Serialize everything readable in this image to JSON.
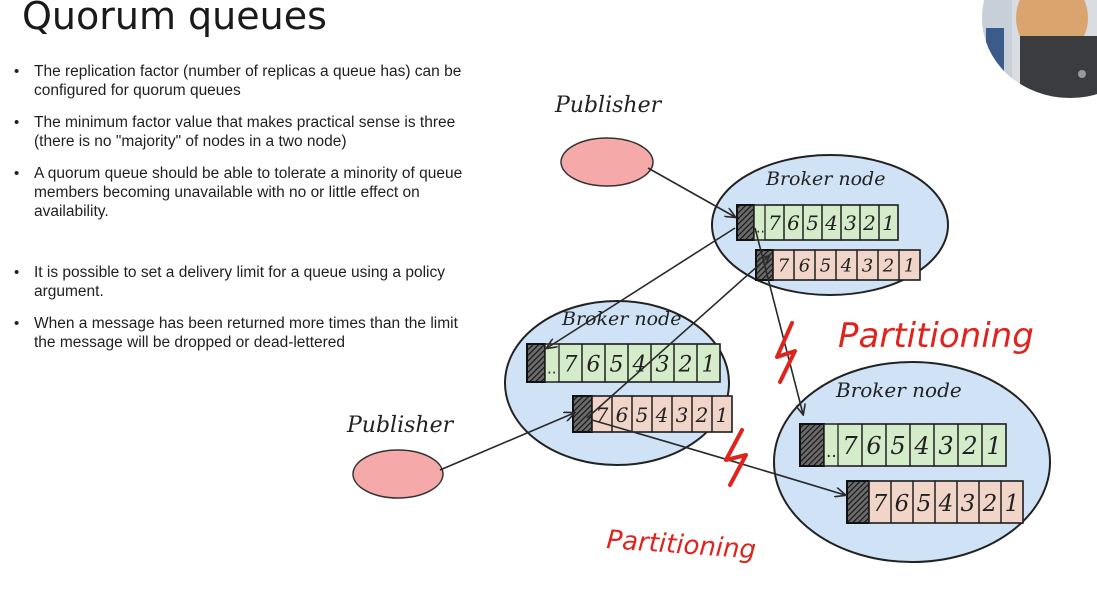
{
  "slide": {
    "title": "Quorum queues",
    "bullets": [
      "The replication factor (number of replicas a queue has) can be configured for quorum queues",
      "The minimum factor value that makes practical sense is three (there is no \"majority\" of nodes in a two node)",
      "A quorum queue should be able to tolerate a minority of queue members becoming unavailable with no or little effect on availability.",
      "It is possible to set a delivery limit for a queue using a policy argument.",
      "When a message has been returned more times than the limit the message will be dropped or dead-lettered"
    ]
  },
  "diagram": {
    "publisher_label": "Publisher",
    "broker_label": "Broker node",
    "partition_label": "Partitioning",
    "queue_ellipsis": "..",
    "queue_cells": [
      "7",
      "6",
      "5",
      "4",
      "3",
      "2",
      "1"
    ],
    "colors": {
      "node_fill": "#cfe2f6",
      "publisher_fill": "#f6a9a9",
      "queue_green": "#d4ecc9",
      "queue_pink": "#f0d5c8",
      "partition_red": "#e0231d"
    }
  }
}
